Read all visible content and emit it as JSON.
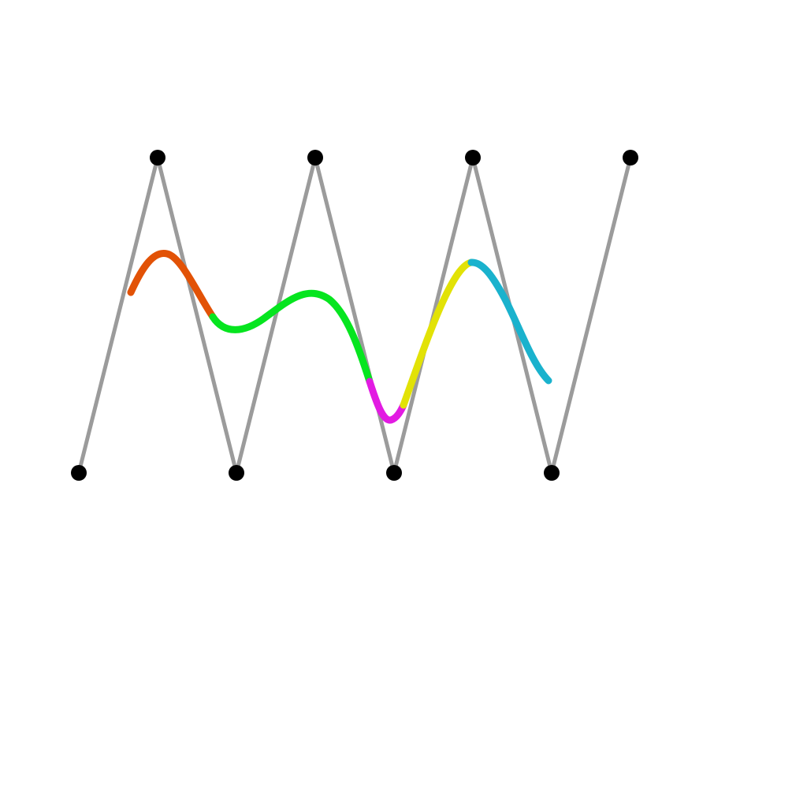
{
  "colors": {
    "background": "#ffffff",
    "control_polygon": "#9b9b9b",
    "control_point": "#000000"
  },
  "control_polygon": {
    "point_count": 8
  },
  "curve_segments": [
    {
      "id": "segment-1",
      "color": "#e25206"
    },
    {
      "id": "segment-2",
      "color": "#06e51f"
    },
    {
      "id": "segment-3",
      "color": "#e21be2"
    },
    {
      "id": "segment-4",
      "color": "#e2e206"
    },
    {
      "id": "segment-5",
      "color": "#1ab2cd"
    }
  ]
}
